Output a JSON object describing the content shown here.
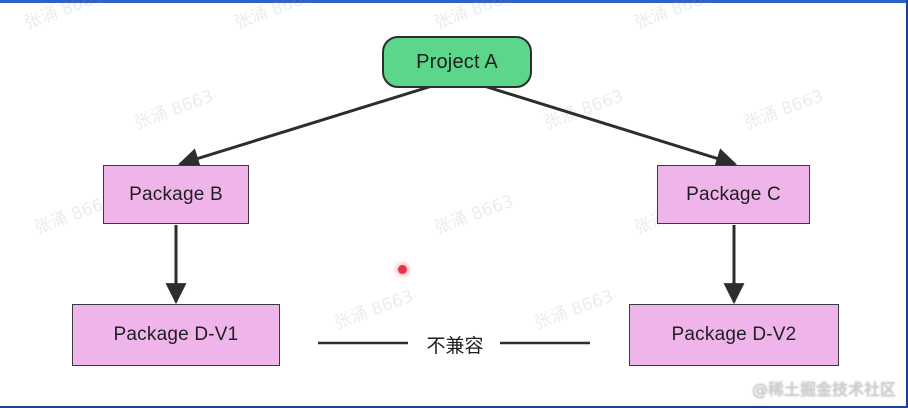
{
  "diagram": {
    "root": {
      "label": "Project A"
    },
    "left_branch": {
      "label": "Package B",
      "dependency": "Package D-V1"
    },
    "right_branch": {
      "label": "Package C",
      "dependency": "Package D-V2"
    },
    "conflict_label": "不兼容"
  },
  "watermark": {
    "text": "张涌 8663"
  },
  "site_mark": {
    "text": "@稀土掘金技术社区"
  },
  "colors": {
    "root_fill": "#5cd68a",
    "package_fill": "#efb4e9",
    "edge": "#2d2d2d",
    "pointer": "#e8334a"
  }
}
